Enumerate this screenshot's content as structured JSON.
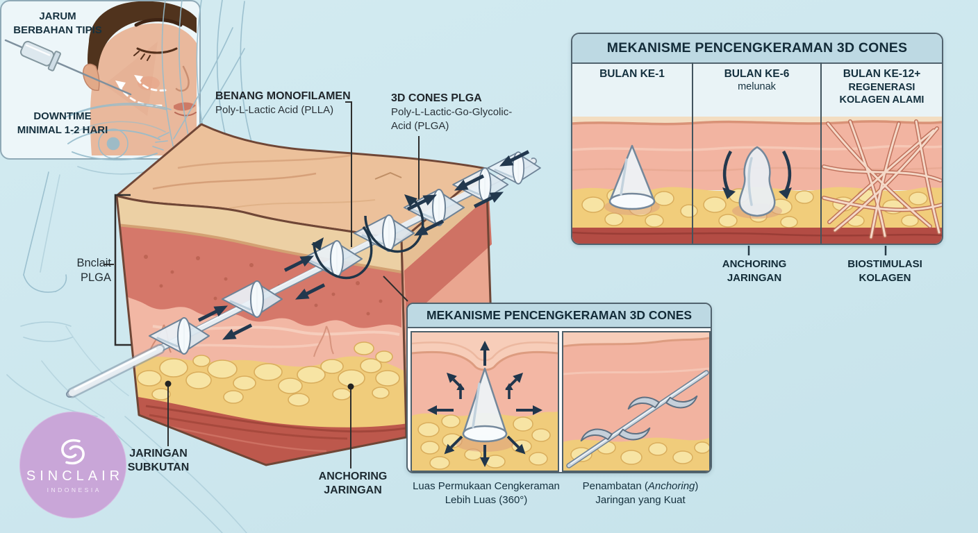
{
  "colors": {
    "background": "#cde7ee",
    "accent_navy": "#1f3548",
    "panel_header": "#bdd9e3",
    "dermis_pink": "#f2b7a4",
    "fat_yellow": "#f0cc7b",
    "muscle_red": "#bd584c",
    "logo_purple": "#c9a6d8"
  },
  "labels": {
    "benang": {
      "title": "BENANG MONOFILAMEN",
      "subtitle": "Poly-L-Lactic Acid (PLLA)"
    },
    "cones": {
      "title": "3D CONES PLGA",
      "subtitle1": "Poly-L-Lactic-Go-Glycolic-",
      "subtitle2": "Acid (PLGA)"
    },
    "bnclait": {
      "line1": "Bnclait",
      "line2": "PLGA"
    },
    "subkutan": {
      "line1": "JARINGAN",
      "line2": "SUBKUTAN"
    },
    "anchoring": {
      "line1": "ANCHORING",
      "line2": "JARINGAN"
    }
  },
  "panel_months": {
    "title": "MEKANISME PENCENGKERAMAN 3D CONES",
    "columns": [
      {
        "label": "BULAN KE-1",
        "sub1": "",
        "sub2": ""
      },
      {
        "label": "BULAN KE-6",
        "sub1": "melunak",
        "sub2": ""
      },
      {
        "label": "BULAN KE-12+",
        "sub1": "REGENERASI",
        "sub2": "KOLAGEN ALAMI"
      }
    ],
    "footnotes": [
      {
        "line1": "ANCHORING",
        "line2": "JARINGAN"
      },
      {
        "line1": "BIOSTIMULASI",
        "line2": "KOLAGEN"
      }
    ]
  },
  "panel_detail": {
    "title": "MEKANISME PENCENGKERAMAN 3D CONES",
    "caption_left": {
      "line1": "Luas Permukaan Cengkeraman",
      "line2": "Lebih Luas (360°)"
    },
    "caption_right": {
      "pre": "Penambatan (",
      "italic": "Anchoring",
      "post": ")",
      "line2": "Jaringan yang Kuat"
    }
  },
  "panel_needle": {
    "top": {
      "line1": "JARUM",
      "line2": "BERBAHAN TIPIS"
    },
    "bottom": {
      "line1": "DOWNTIME",
      "line2": "MINIMAL 1-2 HARI"
    }
  },
  "logo": {
    "brand": "SINCLAIR",
    "region": "INDONESIA"
  }
}
